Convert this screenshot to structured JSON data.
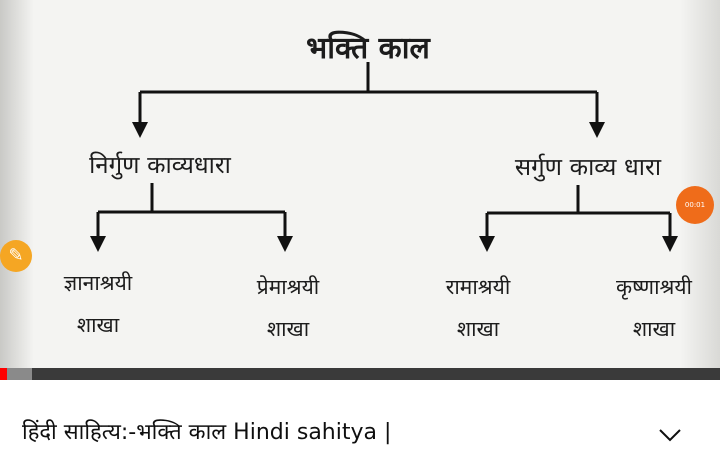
{
  "diagram": {
    "root": "भक्ति काल",
    "branches": [
      {
        "label": "निर्गुण काव्यधारा",
        "children": [
          {
            "line1": "ज्ञानाश्रयी",
            "line2": "शाखा"
          },
          {
            "line1": "प्रेमाश्रयी",
            "line2": "शाखा"
          }
        ]
      },
      {
        "label": "सर्गुण काव्य धारा",
        "children": [
          {
            "line1": "रामाश्रयी",
            "line2": "शाखा"
          },
          {
            "line1": "कृष्णाश्रयी",
            "line2": "शाखा"
          }
        ]
      }
    ]
  },
  "overlay": {
    "pencil_icon": "pencil-icon",
    "timer_text": "00:01"
  },
  "player": {
    "progress_fraction": 0.01,
    "buffer_fraction": 0.045,
    "played_color": "#ff0000"
  },
  "video": {
    "title": "हिंदी साहित्य:-भक्ति काल Hindi sahitya |",
    "expand_icon": "chevron-down-icon"
  }
}
